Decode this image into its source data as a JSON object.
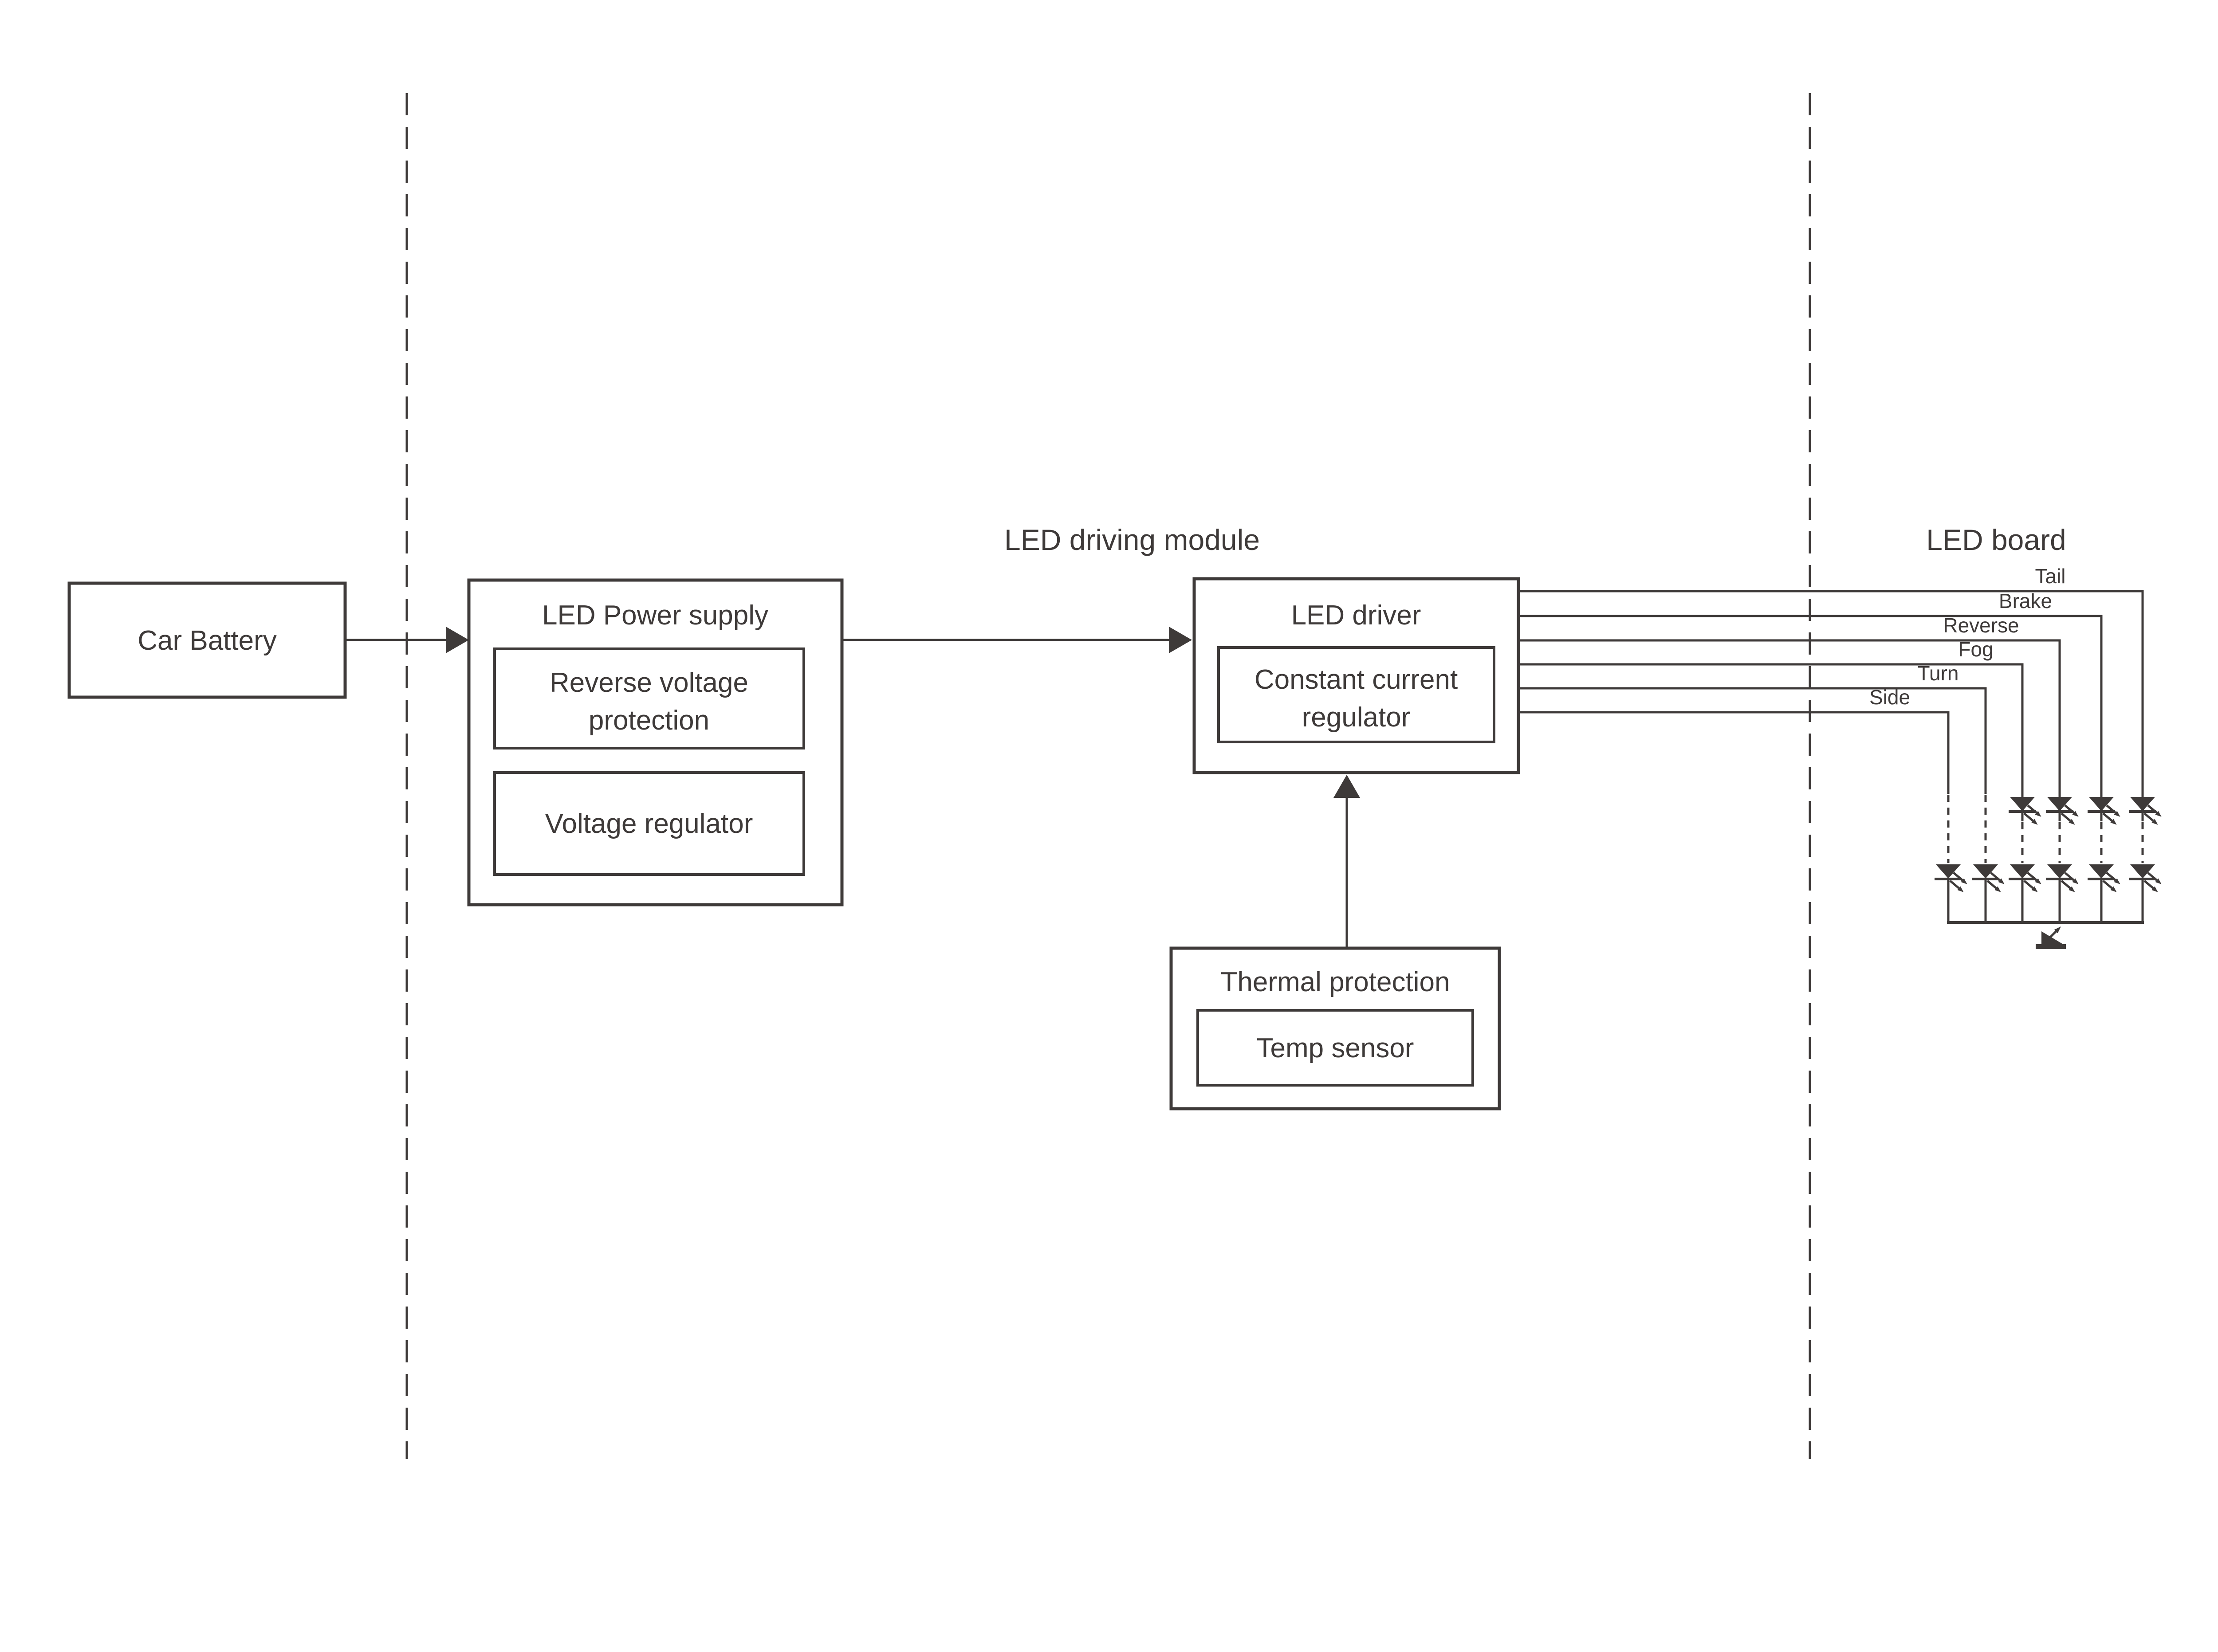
{
  "diagram": {
    "background_color": "#ffffff",
    "stroke_color": "#3e3a39",
    "sections": {
      "driving_module_title": "LED driving module",
      "led_board_title": "LED board"
    },
    "blocks": {
      "car_battery": {
        "label": "Car Battery"
      },
      "power_supply": {
        "title": "LED Power supply",
        "sub1_line1": "Reverse voltage",
        "sub1_line2": "protection",
        "sub2": "Voltage regulator"
      },
      "led_driver": {
        "title": "LED driver",
        "sub1_line1": "Constant current",
        "sub1_line2": "regulator"
      },
      "thermal": {
        "title": "Thermal protection",
        "sub": "Temp sensor"
      }
    },
    "wires": [
      {
        "label": "Tail"
      },
      {
        "label": "Brake"
      },
      {
        "label": "Reverse"
      },
      {
        "label": "Fog"
      },
      {
        "label": "Turn"
      },
      {
        "label": "Side"
      }
    ]
  }
}
